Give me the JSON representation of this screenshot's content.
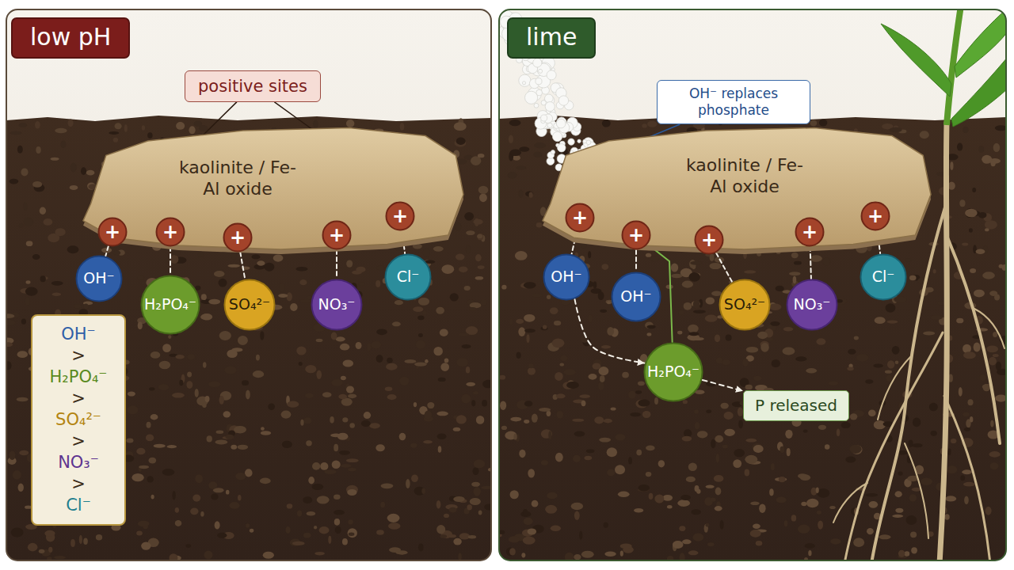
{
  "diagram": {
    "nodes": [
      {
        "text": [
          "low pH"
        ]
      },
      {
        "text": [
          "positive sites"
        ]
      },
      {
        "text": [
          "kaolinite / Fe-Al oxide"
        ]
      },
      {
        "text": [
          "+"
        ]
      },
      {
        "text": [
          "+"
        ]
      },
      {
        "text": [
          "+"
        ]
      },
      {
        "text": [
          "+"
        ]
      },
      {
        "text": [
          "+"
        ]
      },
      {
        "text": [
          "OH⁻"
        ]
      },
      {
        "text": [
          "H₂PO₄⁻"
        ]
      },
      {
        "text": [
          "SO₄²⁻"
        ]
      },
      {
        "text": [
          "NO₃⁻"
        ]
      },
      {
        "text": [
          "Cl⁻"
        ]
      },
      {
        "text": [
          "OH⁻",
          ">",
          "H₂PO₄⁻",
          ">",
          "SO₄²⁻",
          ">",
          "NO₃⁻",
          ">",
          "Cl⁻"
        ]
      },
      {
        "text": [
          "lime"
        ]
      },
      {
        "text": [
          "OH⁻ replaces phosphate"
        ]
      },
      {
        "text": [
          "kaolinite / Fe-Al oxide"
        ]
      },
      {
        "text": [
          "+"
        ]
      },
      {
        "text": [
          "+"
        ]
      },
      {
        "text": [
          "+"
        ]
      },
      {
        "text": [
          "+"
        ]
      },
      {
        "text": [
          "+"
        ]
      },
      {
        "text": [
          "OH⁻"
        ]
      },
      {
        "text": [
          "OH⁻"
        ]
      },
      {
        "text": [
          "SO₄²⁻"
        ]
      },
      {
        "text": [
          "NO₃⁻"
        ]
      },
      {
        "text": [
          "Cl⁻"
        ]
      },
      {
        "text": [
          "H₂PO₄⁻"
        ]
      },
      {
        "text": [
          "P released"
        ]
      }
    ],
    "edges": [
      {
        "from": 1,
        "to": 2,
        "arrow": "none"
      },
      {
        "from": 1,
        "to": 2,
        "arrow": "none"
      },
      {
        "from": 3,
        "to": 8,
        "arrow": "none"
      },
      {
        "from": 4,
        "to": 9,
        "arrow": "none"
      },
      {
        "from": 5,
        "to": 10,
        "arrow": "none"
      },
      {
        "from": 6,
        "to": 11,
        "arrow": "none"
      },
      {
        "from": 7,
        "to": 12,
        "arrow": "none"
      },
      {
        "from": 15,
        "to": 16,
        "arrow": "none"
      },
      {
        "from": 17,
        "to": 22,
        "arrow": "none"
      },
      {
        "from": 18,
        "to": 23,
        "arrow": "none"
      },
      {
        "from": 19,
        "to": 24,
        "arrow": "none"
      },
      {
        "from": 20,
        "to": 25,
        "arrow": "none"
      },
      {
        "from": 21,
        "to": 26,
        "arrow": "none"
      },
      {
        "from": 18,
        "to": 27,
        "arrow": "none"
      },
      {
        "from": 22,
        "to": 27,
        "arrow": "to"
      },
      {
        "from": 27,
        "to": 28,
        "arrow": "to"
      }
    ]
  }
}
